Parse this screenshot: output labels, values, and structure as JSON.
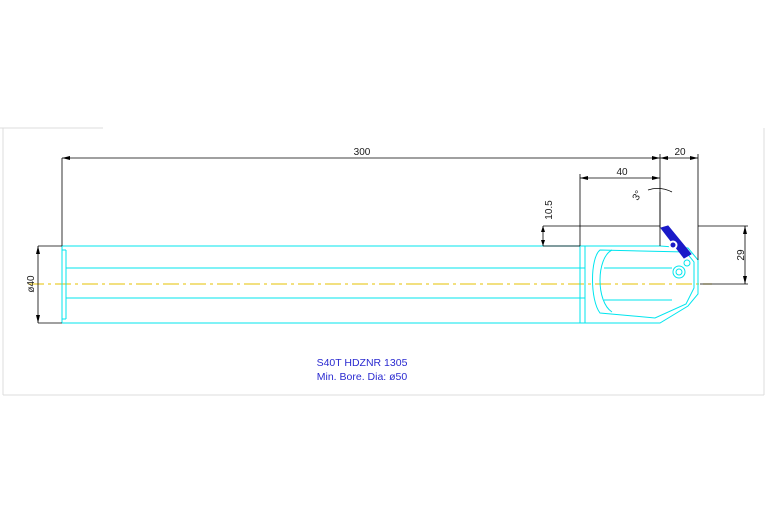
{
  "drawing": {
    "caption_line1": "S40T HDZNR 1305",
    "caption_line2": "Min. Bore. Dia: ø50",
    "colors": {
      "outline": "#00e5ee",
      "centerline": "#e6c200",
      "dimension": "#000000",
      "insert": "#1a1ac8",
      "caption": "#2a2ad0"
    },
    "dimensions": {
      "overall_length": "300",
      "front_length": "20",
      "head_length": "40",
      "angle": "3°",
      "offset": "10.5",
      "height": "29",
      "diameter": "ø40"
    }
  }
}
